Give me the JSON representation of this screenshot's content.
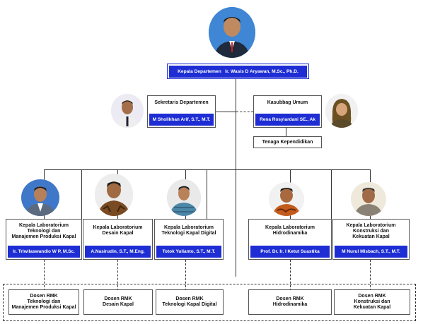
{
  "head": {
    "title": "Kepala Departemen",
    "name": "Ir. Wasis D Aryawan, M.Sc., Ph.D."
  },
  "secretary": {
    "title": "Sekretaris Departemen",
    "name": "M Sholikhan Arif, S.T., M.T."
  },
  "subdivision": {
    "title": "Kasubbag Umum",
    "name": "Rena Rosyiardani SE., Ak"
  },
  "staff": {
    "title": "Tenaga Kependidikan"
  },
  "labs": [
    {
      "title_lines": [
        "Kepala Laboratorium",
        "Teknologi dan",
        "Manajemen Produksi Kapal"
      ],
      "name": "Ir. Triwilaswandio W P, M.Sc."
    },
    {
      "title_lines": [
        "Kepala Laboratorium",
        "Desain Kapal"
      ],
      "name": "A.Nasirudin, S.T., M.Eng."
    },
    {
      "title_lines": [
        "Kepala Laboratorium",
        "Teknologi Kapal Digital"
      ],
      "name": "Totok Yulianto, S.T., M.T."
    },
    {
      "title_lines": [
        "Kepala Laboratorium",
        "Hidrodinamika"
      ],
      "name": "Prof. Dr. Ir. I Ketut Suastika"
    },
    {
      "title_lines": [
        "Kepala Laboratorium",
        "Konstruksi dan",
        "Kekuatan Kapal"
      ],
      "name": "M Nurul Misbach, S.T., M.T."
    }
  ],
  "lecturer_groups": [
    {
      "lines": [
        "Dosen RMK",
        "Teknologi dan",
        "Manajemen Produksi Kapal"
      ]
    },
    {
      "lines": [
        "Dosen RMK",
        "Desain Kapal"
      ]
    },
    {
      "lines": [
        "Dosen RMK",
        "Teknologi Kapal Digital"
      ]
    },
    {
      "lines": [
        "Dosen RMK",
        "Hidrodinamika"
      ]
    },
    {
      "lines": [
        "Dosen RMK",
        "Konstruksi dan",
        "Kekuatan Kapal"
      ]
    }
  ],
  "icons": {
    "portrait": "person-portrait-icon"
  },
  "colors": {
    "name_bar": "#1e2ed4",
    "line": "#333333"
  }
}
